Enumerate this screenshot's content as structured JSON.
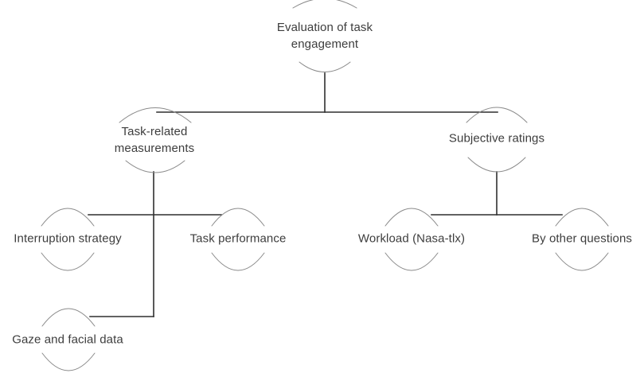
{
  "diagram": {
    "colors": {
      "text": "#3d3d3d",
      "connector": "#2f2f2f",
      "arc": "#8a8a8a",
      "background": "#ffffff"
    },
    "root": {
      "line1": "Evaluation of task",
      "line2": "engagement"
    },
    "branches": {
      "task_related": {
        "line1": "Task-related",
        "line2": "measurements"
      },
      "subjective": {
        "label": "Subjective ratings"
      }
    },
    "leaves": {
      "interruption": "Interruption strategy",
      "task_performance": "Task performance",
      "gaze": "Gaze and facial data",
      "workload": "Workload (Nasa-tlx)",
      "other_questions": "By other questions"
    }
  }
}
